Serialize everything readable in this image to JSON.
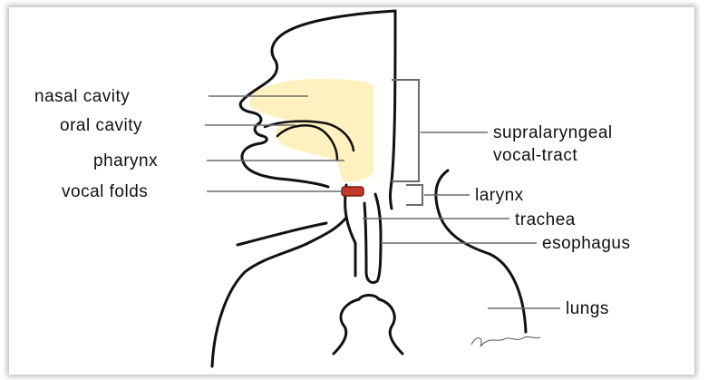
{
  "labels": {
    "nasal_cavity": "nasal cavity",
    "oral_cavity": "oral cavity",
    "pharynx": "pharynx",
    "vocal_folds": "vocal folds",
    "supralaryngeal_line1": "supralaryngeal",
    "supralaryngeal_line2": "vocal-tract",
    "larynx": "larynx",
    "trachea": "trachea",
    "esophagus": "esophagus",
    "lungs": "lungs"
  },
  "colors": {
    "vocal_tract_fill": "#fdf2bf",
    "vocal_folds_fill": "#c0392b",
    "outline": "#111111",
    "leader_line": "#6b6b6b"
  }
}
